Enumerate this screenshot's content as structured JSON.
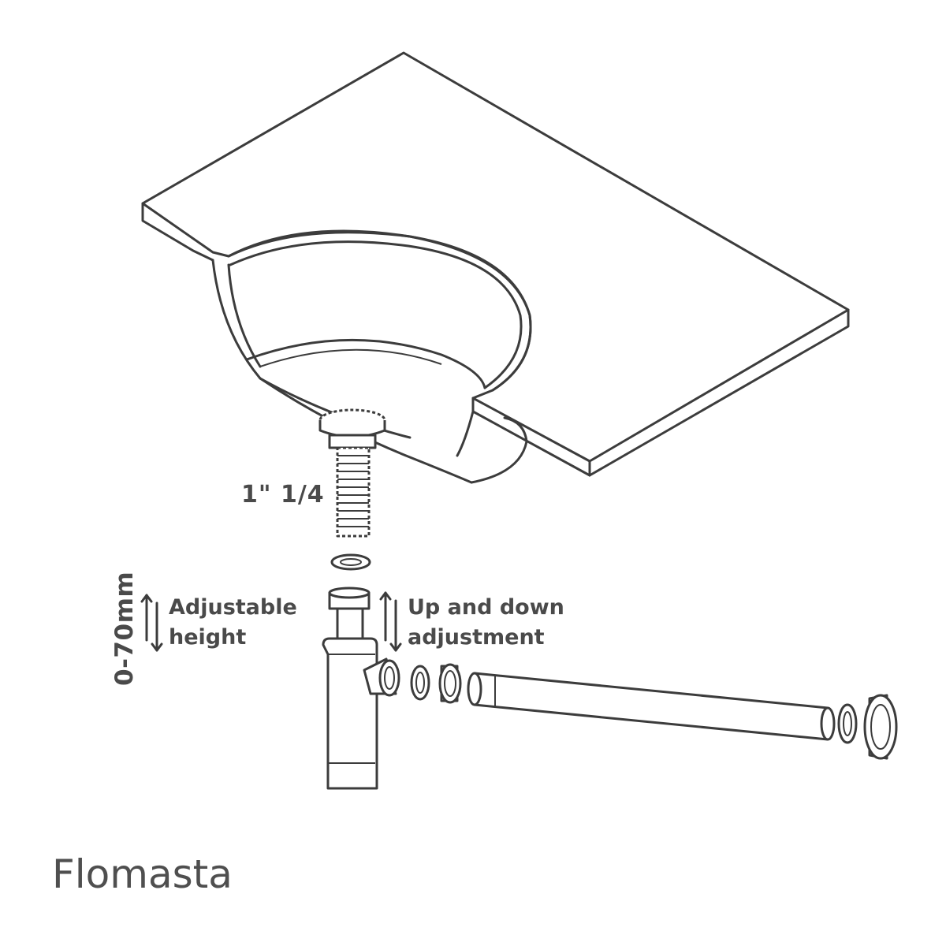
{
  "labels": {
    "thread_size": "1\" 1/4",
    "range": "0-70mm",
    "adjustable_line1": "Adjustable",
    "adjustable_line2": "height",
    "updown_line1": "Up and down",
    "updown_line2": "adjustment"
  },
  "brand": {
    "name": "Flomasta"
  },
  "colors": {
    "line": "#3c3c3c",
    "text": "#4a4a4a",
    "background": "#ffffff"
  }
}
